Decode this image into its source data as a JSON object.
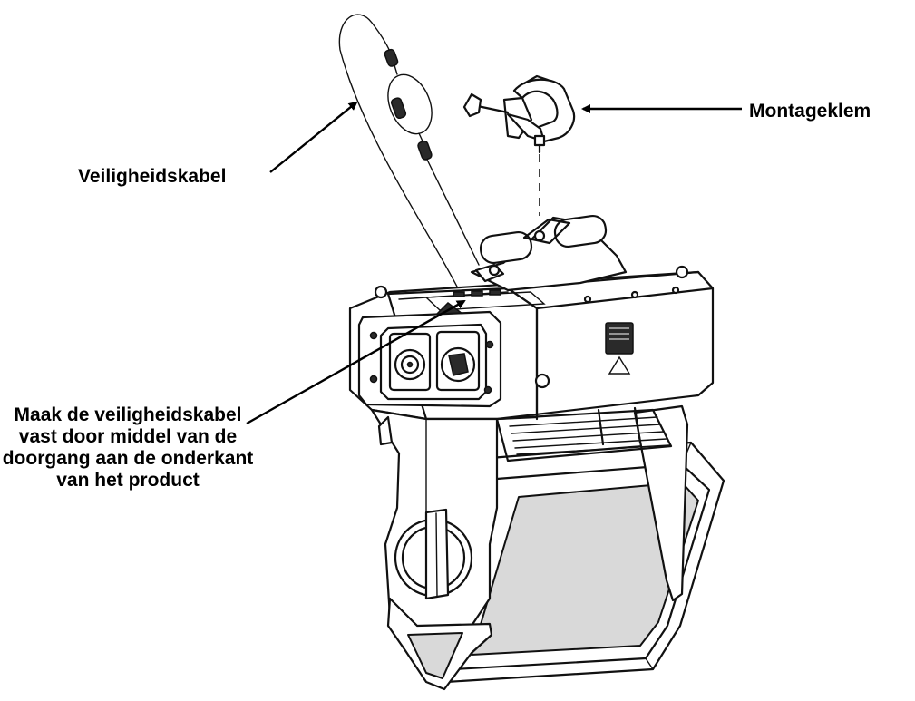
{
  "labels": {
    "mounting_clamp": "Montageklem",
    "safety_cable": "Veiligheidskabel",
    "attach_instruction": "Maak de veiligheidskabel vast door middel van de doorgang aan de onderkant van het product"
  }
}
